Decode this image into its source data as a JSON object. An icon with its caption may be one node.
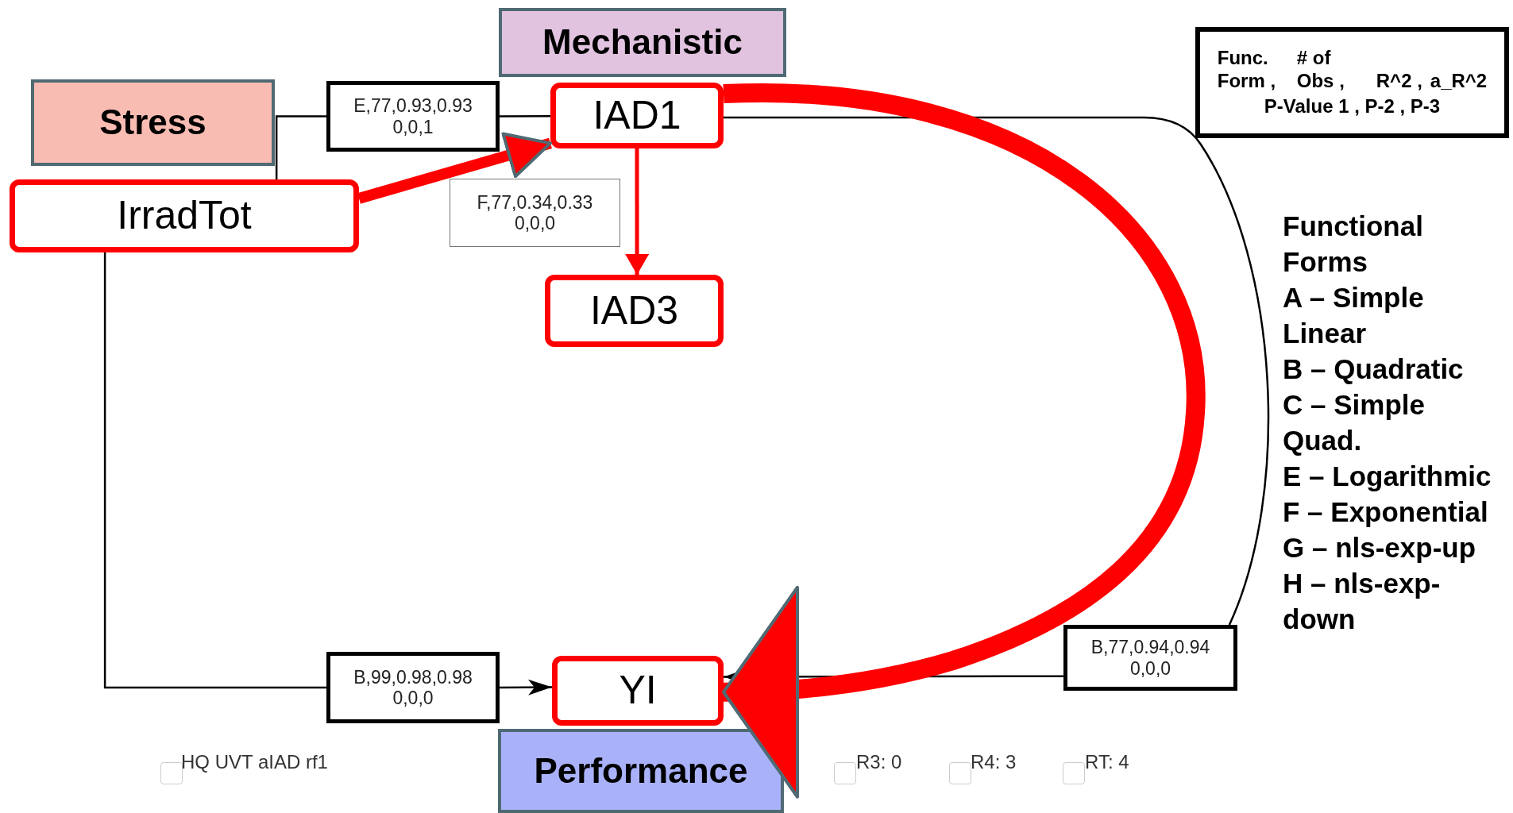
{
  "diagram": {
    "nodes": [
      {
        "text": [
          "Stress"
        ]
      },
      {
        "text": [
          "Mechanistic"
        ]
      },
      {
        "text": [
          "Performance"
        ]
      },
      {
        "text": [
          "IrradTot"
        ]
      },
      {
        "text": [
          "IAD1"
        ]
      },
      {
        "text": [
          "IAD3"
        ]
      },
      {
        "text": [
          "YI"
        ]
      },
      {
        "text": [
          "E,77,0.93,0.93 0,0,1"
        ]
      },
      {
        "text": [
          "F,77,0.34,0.33 0,0,0"
        ]
      },
      {
        "text": [
          "B,99,0.98,0.98 0,0,0"
        ]
      },
      {
        "text": [
          "B,77,0.94,0.94 0,0,0"
        ]
      },
      {
        "text": [
          "Func. Form ,",
          "# of Obs ,",
          "R^2 ,",
          "a_R^2",
          "P-Value 1 , P-2 , P-3"
        ]
      }
    ],
    "edges": [
      {
        "from": 3,
        "to": 7,
        "arrow": "none"
      },
      {
        "from": 7,
        "to": 4,
        "arrow": "none"
      },
      {
        "from": 3,
        "to": 4,
        "arrow": "to",
        "style": "thick",
        "color": "#ff0000"
      },
      {
        "from": 4,
        "to": 5,
        "arrow": "to",
        "color": "#ff0000"
      },
      {
        "from": 3,
        "to": 9,
        "arrow": "none"
      },
      {
        "from": 9,
        "to": 6,
        "arrow": "to"
      },
      {
        "from": 4,
        "to": 10,
        "arrow": "none"
      },
      {
        "from": 10,
        "to": 6,
        "arrow": "to"
      },
      {
        "from": 4,
        "to": 6,
        "arrow": "to",
        "style": "thick",
        "color": "#ff0000"
      }
    ],
    "labels": [
      "Functional Forms",
      "A – Simple Linear",
      "B – Quadratic",
      "C – Simple Quad.",
      "E – Logarithmic",
      "F – Exponential",
      "G – nls-exp-up",
      "H – nls-exp-down",
      "HQ UVT aIAD rf1",
      "R3: 0",
      "R4: 3",
      "RT: 4"
    ]
  }
}
